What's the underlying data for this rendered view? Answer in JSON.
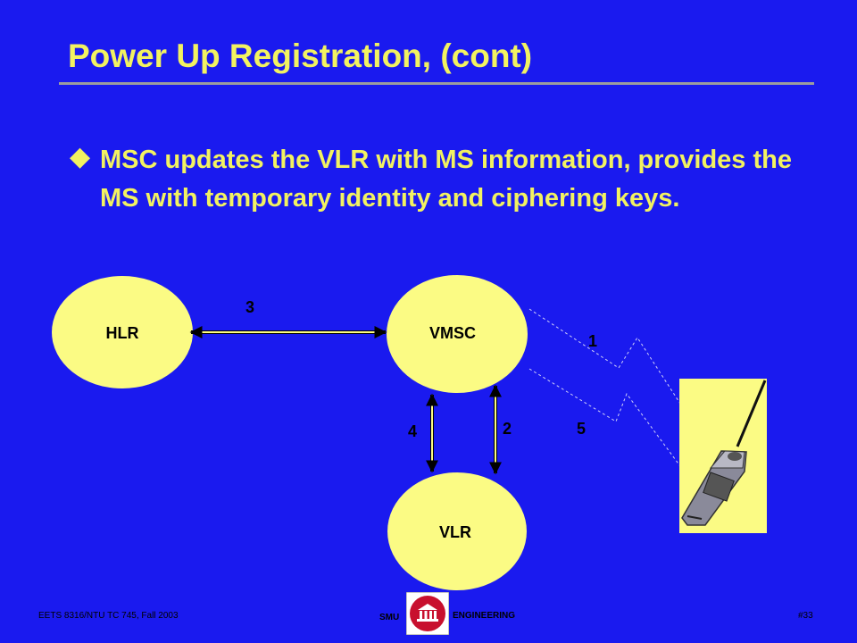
{
  "slide": {
    "title": "Power Up Registration, (cont)",
    "bullet_marker": "u",
    "bullet_text": "MSC updates the VLR with MS information, provides the MS with temporary identity and ciphering keys."
  },
  "diagram": {
    "nodes": {
      "hlr": "HLR",
      "vmsc": "VMSC",
      "vlr": "VLR"
    },
    "steps": {
      "s1": "1",
      "s2": "2",
      "s3": "3",
      "s4": "4",
      "s5": "5"
    },
    "icons": [
      "mobile-phone-icon",
      "smu-logo-icon"
    ]
  },
  "footer": {
    "left": "EETS 8316/NTU  TC 745,  Fall 2003",
    "smu": "SMU",
    "engineering": "ENGINEERING",
    "page": "#33"
  },
  "colors": {
    "background": "#1a1aef",
    "text_yellow": "#f2f261",
    "node_fill": "#fbfb84"
  }
}
